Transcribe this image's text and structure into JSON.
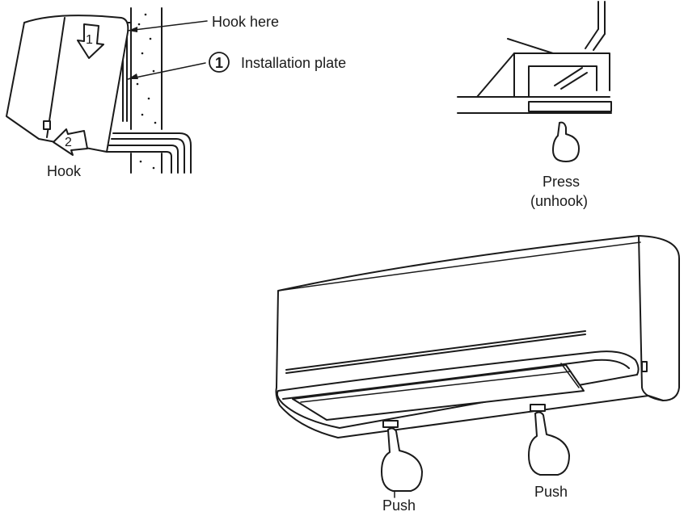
{
  "labels": {
    "hook_here": "Hook here",
    "plate_number": "1",
    "installation_plate": "Installation plate",
    "hook": "Hook",
    "arrow_1": "1",
    "arrow_2": "2",
    "press": "Press",
    "unhook": "(unhook)",
    "push_left": "Push",
    "push_right": "Push"
  },
  "colors": {
    "ink": "#1a1a1a",
    "paper": "#ffffff"
  }
}
